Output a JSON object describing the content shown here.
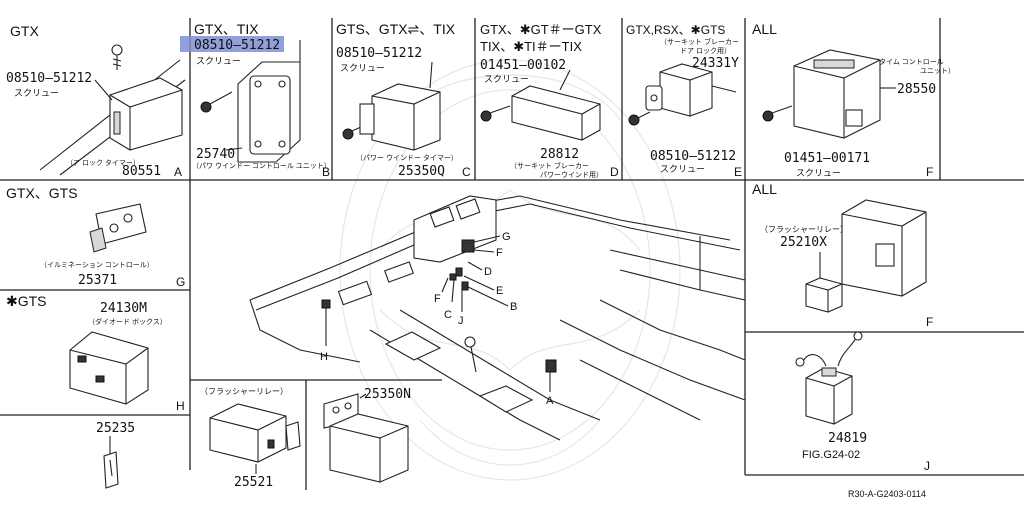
{
  "panels": {
    "gtx_a": {
      "header": "GTX",
      "part": "08510–51212",
      "part_note": "スクリュー",
      "unit": "80551",
      "unit_note": "（ア ロック タイマー）",
      "letter": "A"
    },
    "gtx_b": {
      "header": "GTX、TIX",
      "part": "08510–51212",
      "part_note": "スクリュー",
      "unit": "25740",
      "unit_note": "（パワ ウインドー コントロール ユニット）",
      "letter": "B",
      "highlighted": true,
      "highlight_color": "#7f8fd4"
    },
    "gts_c": {
      "header": "GTS、GTX⇌、TIX",
      "part": "08510–51212",
      "part_note": "スクリュー",
      "unit": "25350Q",
      "unit_note": "（パワー ウインドー タイマー）",
      "letter": "C"
    },
    "gtx_d": {
      "header_line1": "GTX、✱GT＃ーGTX",
      "header_line2": "TIX、✱TI＃ーTIX",
      "part": "01451–00102",
      "part_note": "スクリュー",
      "unit": "28812",
      "unit_note_line1": "（サーキット ブレーカー",
      "unit_note_line2": "パワーウインド用）",
      "letter": "D"
    },
    "gtx_e": {
      "header": "GTX,RSX、✱GTS",
      "header_note_line1": "（サーキット ブレーカー",
      "header_note_line2": "ドア ロック用）",
      "unit": "24331Y",
      "part": "08510–51212",
      "part_note": "スクリュー",
      "letter": "E"
    },
    "all_f_top": {
      "header": "ALL",
      "unit_note_line1": "（タイム コントロール",
      "unit_note_line2": "ユニット）",
      "unit": "28550",
      "part": "01451–00171",
      "part_note": "スクリュー",
      "letter": "F"
    },
    "gtx_g": {
      "header": "GTX、GTS",
      "unit_note": "（イルミネーション コントロール）",
      "unit": "25371",
      "letter": "G"
    },
    "gts_h": {
      "header": "✱GTS",
      "unit": "24130M",
      "unit_note": "（ダイオード ボックス）",
      "letter": "H"
    },
    "p25235": {
      "unit": "25235"
    },
    "flasher": {
      "unit_note": "（フラッシャーリレー）",
      "unit": "25521"
    },
    "p25350n": {
      "unit": "25350N"
    },
    "all_f_mid": {
      "header": "ALL",
      "unit_note": "（フラッシャーリレー）",
      "unit": "25210X",
      "letter": "F"
    },
    "j_panel": {
      "unit": "24819",
      "fig": "FIG.G24-02",
      "letter": "J"
    }
  },
  "dash_callouts": [
    "G",
    "F",
    "D",
    "E",
    "B",
    "J",
    "C",
    "F",
    "H",
    "A"
  ],
  "footer": {
    "code": "R30-A-G2403-0114"
  },
  "icons": [
    "screw-icon",
    "relay-icon",
    "control-unit-icon",
    "circuit-breaker-icon",
    "diode-box-icon",
    "dashboard-icon"
  ],
  "colors": {
    "highlight": "#7f8fd4",
    "line": "#222222",
    "watermark": "#c9b79a"
  }
}
